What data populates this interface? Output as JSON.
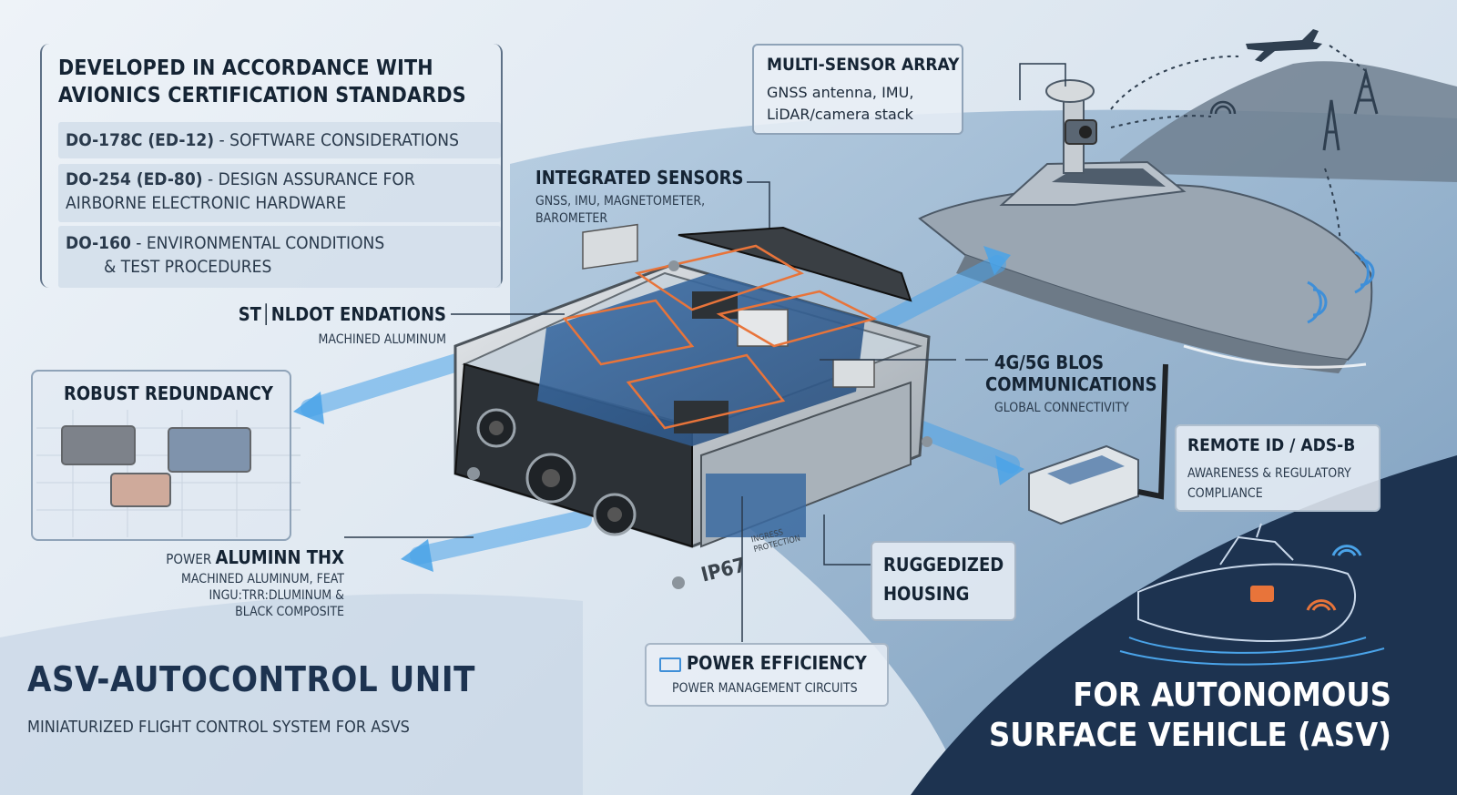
{
  "standards": {
    "heading_line1": "DEVELOPED IN ACCORDANCE WITH",
    "heading_line2": "AVIONICS CERTIFICATION STANDARDS",
    "items": [
      {
        "code": "DO-178C (ED-12)",
        "desc_line1": " - SOFTWARE CONSIDERATIONS",
        "desc_line2": ""
      },
      {
        "code": "DO-254 (ED-80)",
        "desc_line1": " - DESIGN ASSURANCE FOR",
        "desc_line2": "AIRBORNE ELECTRONIC HARDWARE"
      },
      {
        "code": "DO-160",
        "desc_line1": " - ENVIRONMENTAL CONDITIONS",
        "desc_line2": "& TEST PROCEDURES"
      }
    ]
  },
  "multi_sensor": {
    "title": "MULTI-SENSOR ARRAY",
    "line1": "GNSS antenna, IMU,",
    "line2": "LiDAR/camera stack"
  },
  "integrated_sensors": {
    "title": "INTEGRATED SENSORS",
    "line1": "GNSS, IMU, MAGNETOMETER,",
    "line2": "BAROMETER"
  },
  "standoff": {
    "title": "ST│NLDOT ENDATIONS",
    "sub": "MACHINED ALUMINUM"
  },
  "redundancy": {
    "title": "ROBUST REDUNDANCY"
  },
  "comms": {
    "line1": "4G/5G BLOS",
    "line2": "COMMUNICATIONS",
    "sub": "GLOBAL CONNECTIVITY"
  },
  "remote_id": {
    "title": "REMOTE ID / ADS-B",
    "line1": "AWARENESS & REGULATORY",
    "line2": "COMPLIANCE"
  },
  "power_alu": {
    "prefix": "POWER ",
    "title": "ALUMINN THX",
    "line1": "MACHINED ALUMINUM, FEAT",
    "line2": "INGU:TRR:DLUMINUM &",
    "line3": "BLACK COMPOSITE"
  },
  "rugged": {
    "line1": "RUGGEDIZED",
    "line2": "HOUSING"
  },
  "device": {
    "ip_rating": "IP67",
    "ingress_line1": "INGRESS",
    "ingress_line2": "PROTECTION"
  },
  "power_eff": {
    "title": "POWER EFFICIENCY",
    "sub": "POWER MANAGEMENT CIRCUITS"
  },
  "product": {
    "title": "ASV-AUTOCONTROL UNIT",
    "subtitle": "MINIATURIZED FLIGHT CONTROL SYSTEM FOR ASVs"
  },
  "vehicle": {
    "line1": "FOR AUTONOMOUS",
    "line2": "SURFACE VEHICLE (ASV)"
  },
  "colors": {
    "accent_blue": "#4aa3e8",
    "orange": "#e8743a",
    "dark_navy": "#1d3350",
    "panel": "#e9eff6"
  }
}
